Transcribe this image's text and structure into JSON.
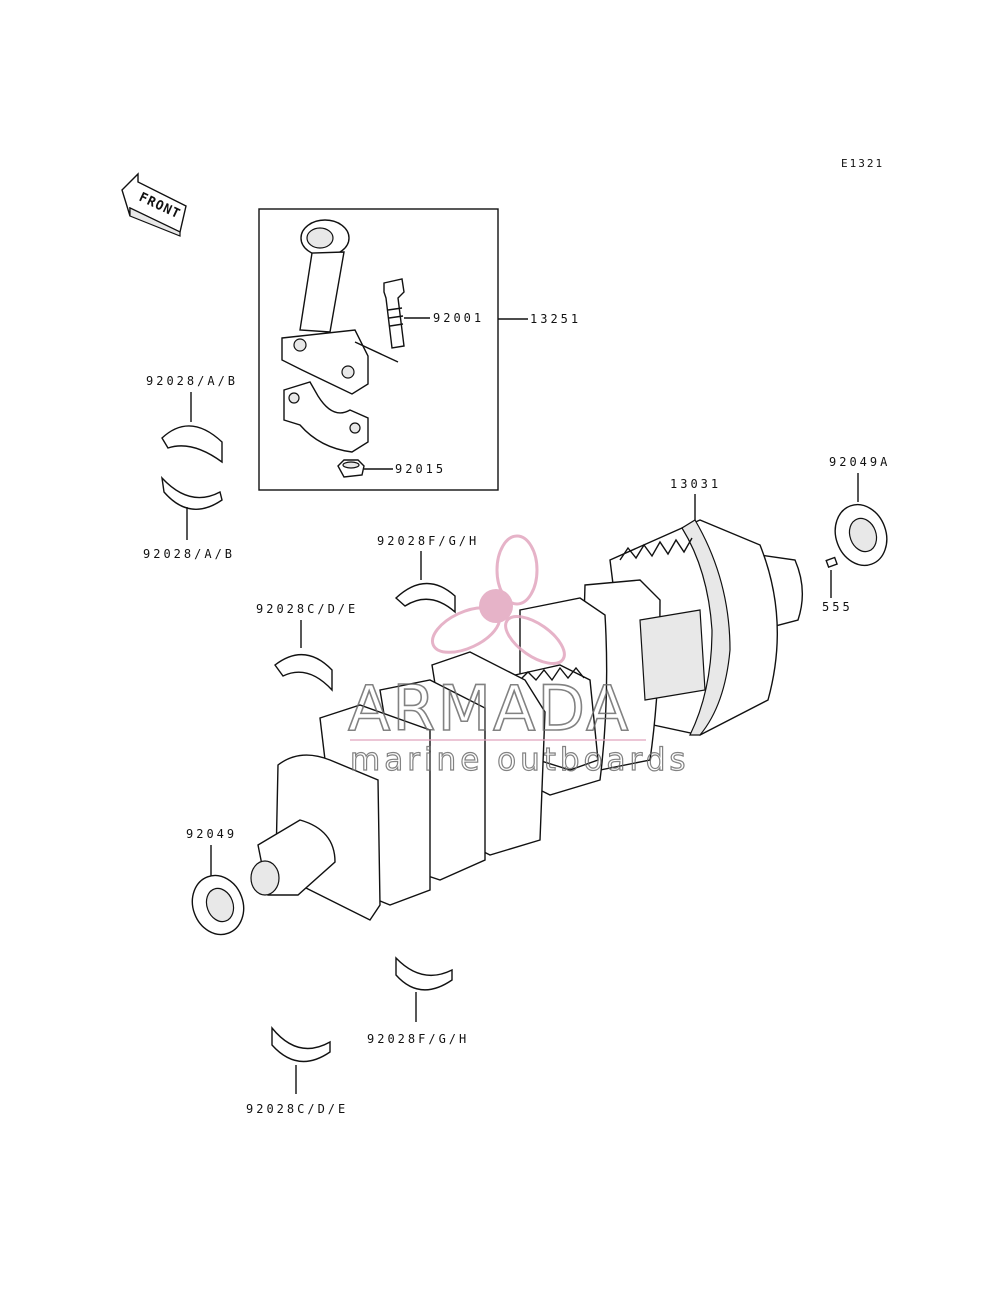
{
  "diagram_code": "E1321",
  "front_label": "FRONT",
  "parts": {
    "conrod_assy": "13251",
    "conrod_bolt": "92001",
    "conrod_nut": "92015",
    "conrod_bearing_upper": "92028/A/B",
    "conrod_bearing_lower": "92028/A/B",
    "crankshaft": "13031",
    "main_bearing_fgh_upper": "92028F/G/H",
    "main_bearing_cde_upper": "92028C/D/E",
    "oil_seal_left": "92049",
    "oil_seal_right": "92049A",
    "key": "555",
    "main_bearing_fgh_lower": "92028F/G/H",
    "main_bearing_cde_lower": "92028C/D/E"
  },
  "watermark": {
    "title": "ARMADA",
    "subtitle": "marine outboards",
    "logo_color": "#e2a6bf",
    "text_color": "#6d6d6d"
  }
}
